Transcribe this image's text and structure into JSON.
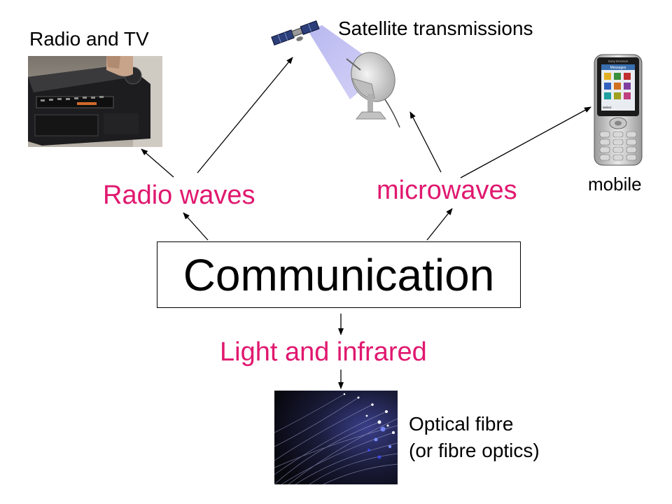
{
  "diagram": {
    "central": "Communication",
    "branches": {
      "radio_waves": "Radio waves",
      "microwaves": "microwaves",
      "light_infrared": "Light and infrared"
    },
    "leaves": {
      "radio_tv": "Radio and TV",
      "satellite": "Satellite transmissions",
      "mobile": "mobile",
      "optical_line1": "Optical fibre",
      "optical_line2": "(or fibre optics)"
    },
    "phone_screen": {
      "brand": "Sony Ericsson",
      "menu": "Messages",
      "softkey": "Select"
    }
  },
  "colors": {
    "branch_text": "#e0186f",
    "leaf_text": "#000000",
    "arrow": "#000000"
  }
}
